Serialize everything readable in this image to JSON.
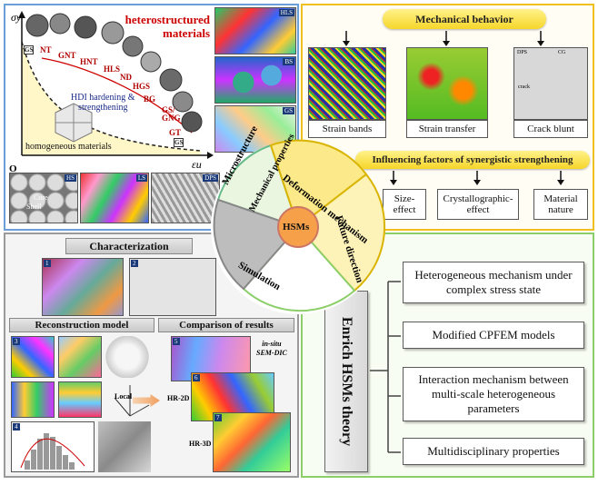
{
  "top_left": {
    "title_line1": "heterostructured",
    "title_line2": "materials",
    "axis_y": "σy",
    "axis_x": "εu",
    "chain": [
      "NT",
      "GNT",
      "HNT",
      "HLS",
      "ND",
      "HGS",
      "BG",
      "GS/",
      "GNG",
      "GT"
    ],
    "box_labels": [
      "GS",
      "GS"
    ],
    "hdi_line1": "HDI hardening &",
    "hdi_line2": "strengthening",
    "homogeneous": "homogeneous materials",
    "micro_tags": [
      "HLS",
      "BS",
      "GS"
    ],
    "bottom_tags": [
      "HS",
      "LS",
      "DPS"
    ],
    "core_label": "Core",
    "shell_label": "Shell",
    "corner_o": "O"
  },
  "top_right": {
    "banner": "Mechanical behavior",
    "boxes": [
      "Strain bands",
      "Strain transfer",
      "Crack blunt"
    ],
    "crack_labels": [
      "DPS",
      "CG",
      "crack"
    ],
    "banner2": "Influencing  factors of synergistic strengthening",
    "factors": [
      "Size-effect",
      "Crystallographic-effect",
      "Material nature"
    ]
  },
  "center": {
    "hub": "HSMs",
    "arms": [
      "Microstructure",
      "Mechanical properties",
      "Deformation mechanism",
      "Future direction",
      "Simulation"
    ]
  },
  "bottom_left": {
    "characterization": "Characterization",
    "reconstruction": "Reconstruction model",
    "comparison": "Comparison of results",
    "labels": [
      "in-situ",
      "SEM-DIC",
      "HR-2D",
      "HR-3D",
      "Local"
    ],
    "num_tags": [
      "1",
      "2",
      "3",
      "4",
      "5",
      "6",
      "7"
    ]
  },
  "bottom_right": {
    "vertical": "Enrich HSMs theory",
    "items": [
      "Heterogeneous mechanism under complex stress state",
      "Modified CPFEM models",
      "Interaction mechanism between multi-scale heterogeneous parameters",
      "Multidisciplinary properties"
    ]
  },
  "colors": {
    "tl_border": "#6a9fd8",
    "tr_border": "#f0c020",
    "bl_border": "#9a9a9a",
    "br_border": "#8ccf6a",
    "banner": "#f6d62a",
    "red_text": "#b00000"
  }
}
